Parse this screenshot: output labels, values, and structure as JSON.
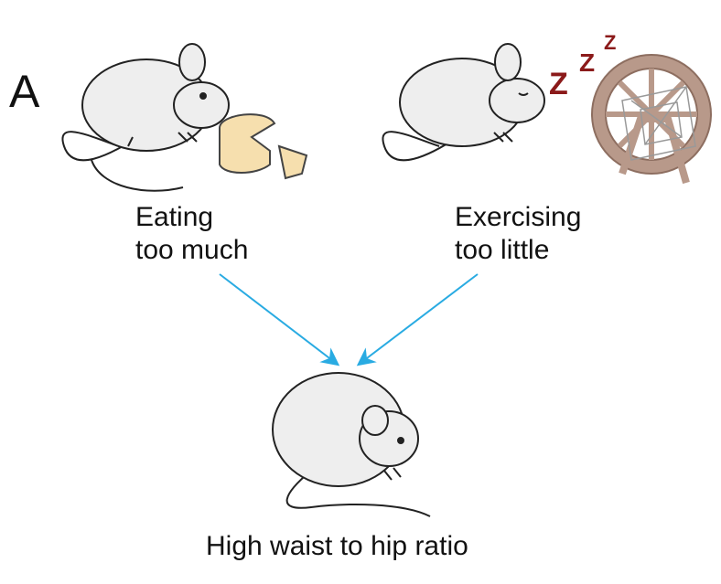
{
  "panel_label": "A",
  "causes": [
    {
      "line1": "Eating",
      "line2": "too much",
      "icon": "mouse-eating-cheese"
    },
    {
      "line1": "Exercising",
      "line2": "too little",
      "icon": "sleeping-mouse-with-cobweb-wheel"
    }
  ],
  "outcome": {
    "label": "High waist to hip ratio",
    "icon": "fat-mouse"
  },
  "colors": {
    "arrow": "#29abe2",
    "zzz": "#8b1a1a",
    "wheel": "#b8998a",
    "cheese": "#f6dfae"
  }
}
